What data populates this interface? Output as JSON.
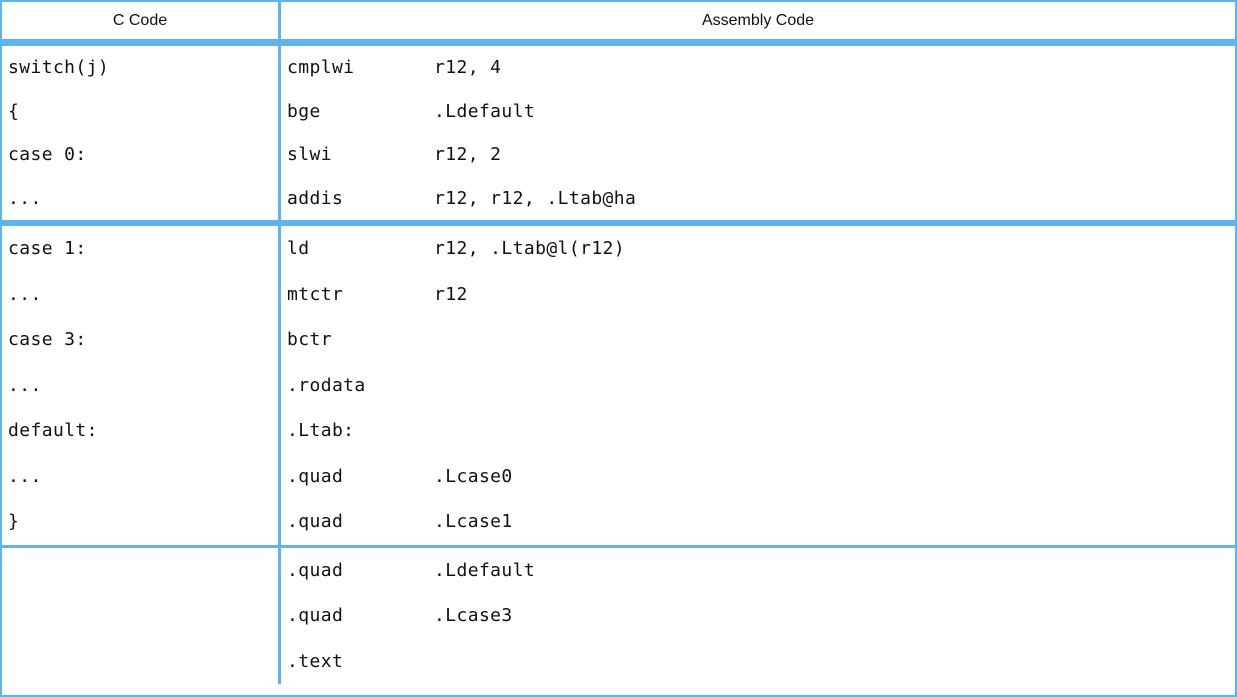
{
  "colors": {
    "border": "#5db4f0",
    "text": "#111111",
    "background": "#ffffff"
  },
  "table": {
    "header": {
      "c_code": "C Code",
      "assembly_code": "Assembly Code"
    },
    "sections": [
      {
        "c_lines": [
          "switch(j)",
          "{",
          "case 0:",
          "..."
        ],
        "asm_lines": [
          {
            "mnemonic": "cmplwi",
            "operands": "r12, 4"
          },
          {
            "mnemonic": "bge",
            "operands": ".Ldefault"
          },
          {
            "mnemonic": "slwi",
            "operands": "r12, 2"
          },
          {
            "mnemonic": "addis",
            "operands": "r12, r12, .Ltab@ha"
          }
        ]
      },
      {
        "c_lines": [
          "case 1:",
          "...",
          "case 3:",
          "...",
          "default:",
          "...",
          "}"
        ],
        "asm_lines": [
          {
            "mnemonic": "ld",
            "operands": "r12, .Ltab@l(r12)"
          },
          {
            "mnemonic": "mtctr",
            "operands": "r12"
          },
          {
            "mnemonic": "bctr",
            "operands": ""
          },
          {
            "mnemonic": ".rodata",
            "operands": ""
          },
          {
            "mnemonic": ".Ltab:",
            "operands": ""
          },
          {
            "mnemonic": ".quad",
            "operands": ".Lcase0"
          },
          {
            "mnemonic": ".quad",
            "operands": ".Lcase1"
          }
        ]
      },
      {
        "c_lines": [
          "",
          "",
          ""
        ],
        "asm_lines": [
          {
            "mnemonic": ".quad",
            "operands": ".Ldefault"
          },
          {
            "mnemonic": ".quad",
            "operands": ".Lcase3"
          },
          {
            "mnemonic": ".text",
            "operands": ""
          }
        ]
      }
    ]
  }
}
